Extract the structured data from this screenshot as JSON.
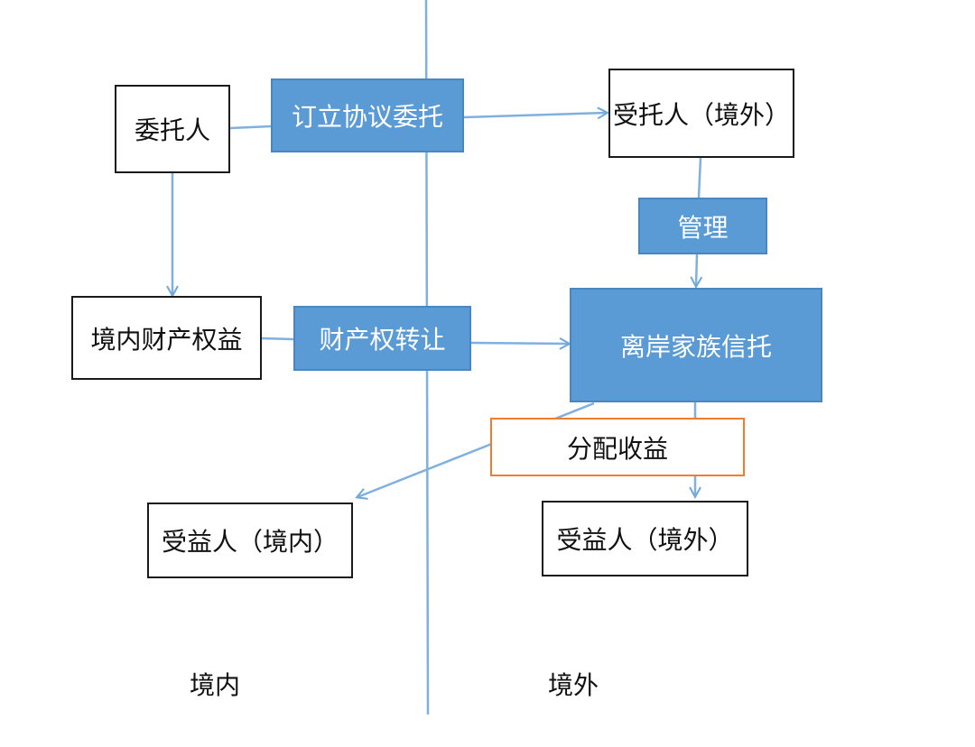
{
  "nodes": {
    "weituoren": "委托人",
    "agreement": "订立协议委托",
    "trustee": "受托人（境外）",
    "manage": "管理",
    "domestic_property": "境内财产权益",
    "transfer": "财产权转让",
    "offshore_trust": "离岸家族信托",
    "distribute": "分配收益",
    "beneficiary_domestic": "受益人（境内）",
    "beneficiary_overseas": "受益人（境外）"
  },
  "regions": {
    "domestic": "境内",
    "overseas": "境外"
  },
  "colors": {
    "blue_fill": "#5b9bd5",
    "line": "#7fb0df",
    "orange_border": "#ed7d31"
  }
}
